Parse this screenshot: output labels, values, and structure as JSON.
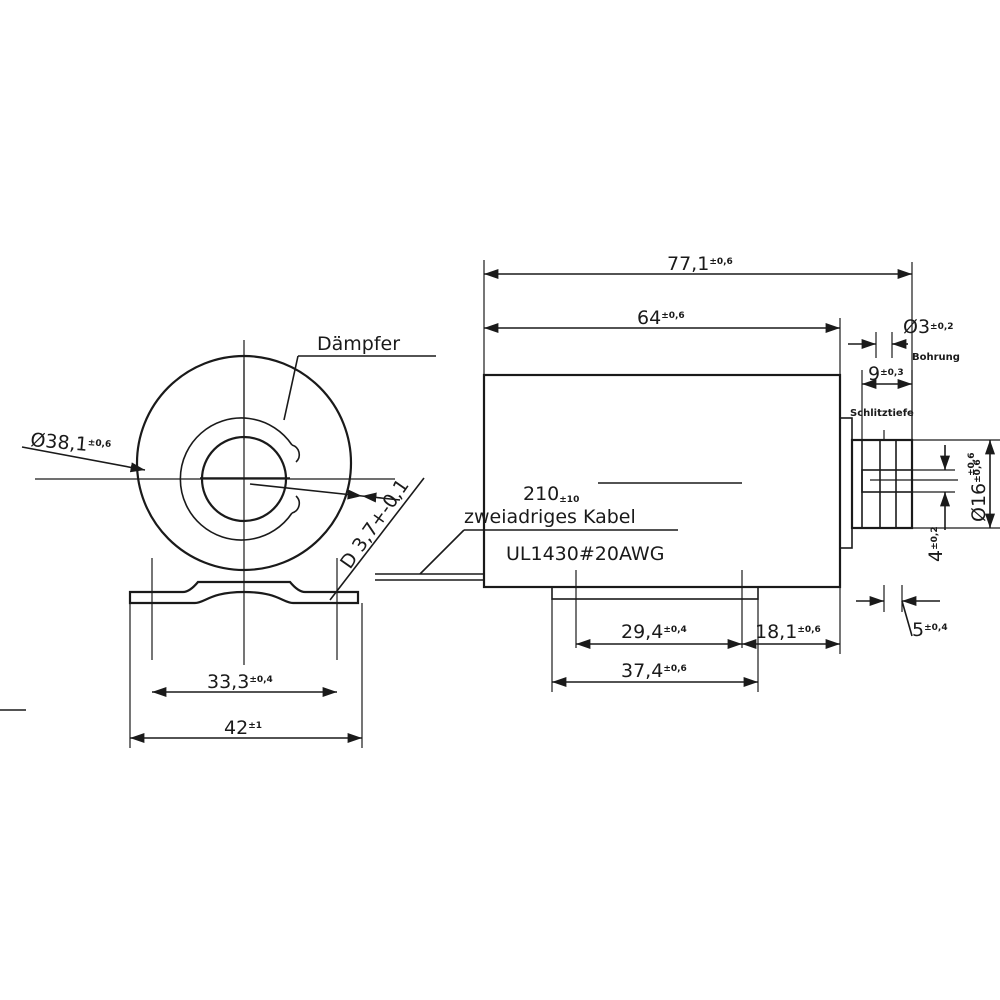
{
  "labels": {
    "daempfer": "Dämpfer",
    "diameter_38": "Ø38,1",
    "tol_38": "±0,6",
    "d_37": "D 3,7+-0,1",
    "length_77": "77,1",
    "tol_77": "±0,6",
    "length_64": "64",
    "tol_64": "±0,6",
    "bore_dia": "Ø3",
    "tol_bore": "±0,2",
    "bohrung": "Bohrung",
    "slot_9": "9",
    "tol_9": "±0,3",
    "schlitztiefe": "Schlitztiefe",
    "dia_16": "Ø16",
    "tol_16": "±0,6",
    "dim_4": "4",
    "tol_4": "±0,2",
    "dim_5": "5",
    "tol_5": "±0,4",
    "cable_length": "210",
    "tol_cable": "±10",
    "cable_desc": "zweiadriges Kabel",
    "cable_type": "UL1430#20AWG",
    "dim_29": "29,4",
    "tol_29": "±0,4",
    "dim_18": "18,1",
    "tol_18": "±0,6",
    "dim_37": "37,4",
    "tol_37": "±0,6",
    "dim_33": "33,3",
    "tol_33": "±0,4",
    "dim_42": "42",
    "tol_42": "±1"
  }
}
